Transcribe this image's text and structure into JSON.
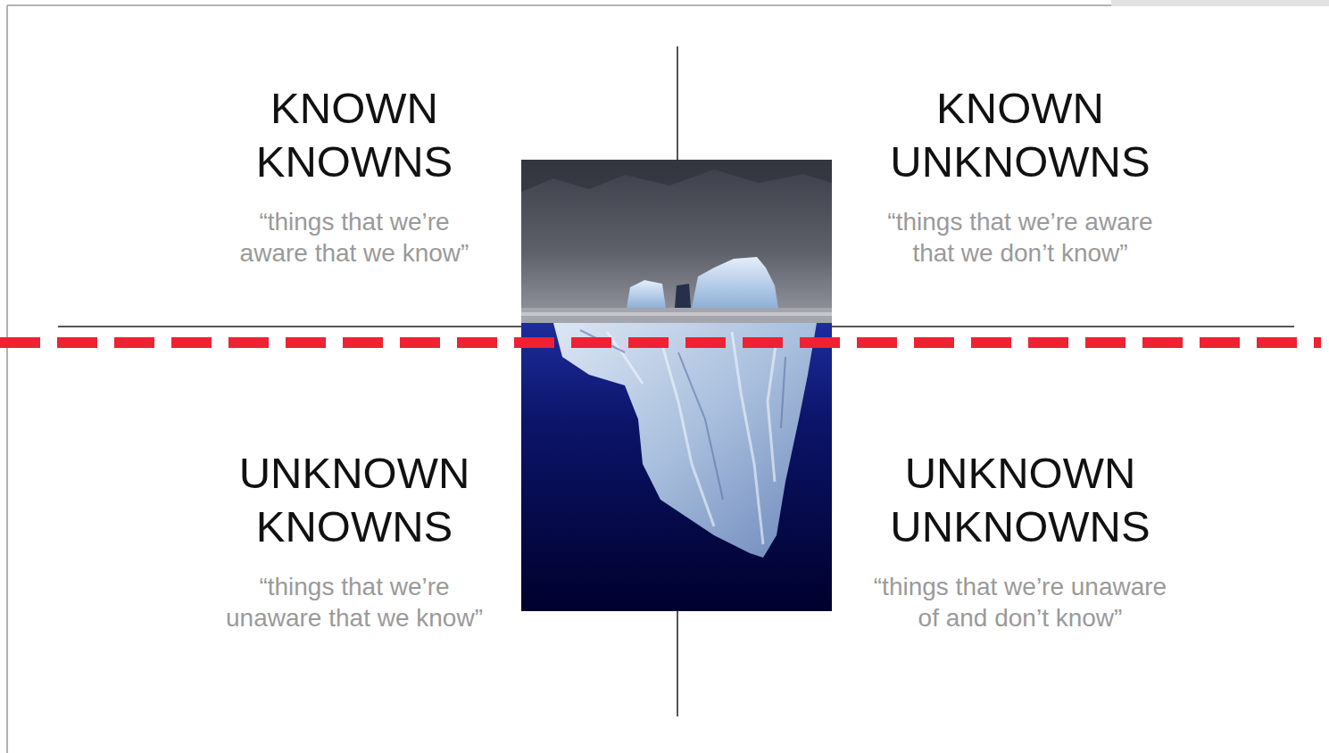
{
  "diagram": {
    "labels": [
      "KNOWN KNOWNS",
      "“things that we’re aware that we know”",
      "KNOWN UNKNOWNS",
      "“things that we’re aware that we don’t know”",
      "UNKNOWN KNOWNS",
      "“things that we’re unaware that we know”",
      "UNKNOWN UNKNOWNS",
      "“things that we’re unaware of and don’t know”"
    ]
  }
}
